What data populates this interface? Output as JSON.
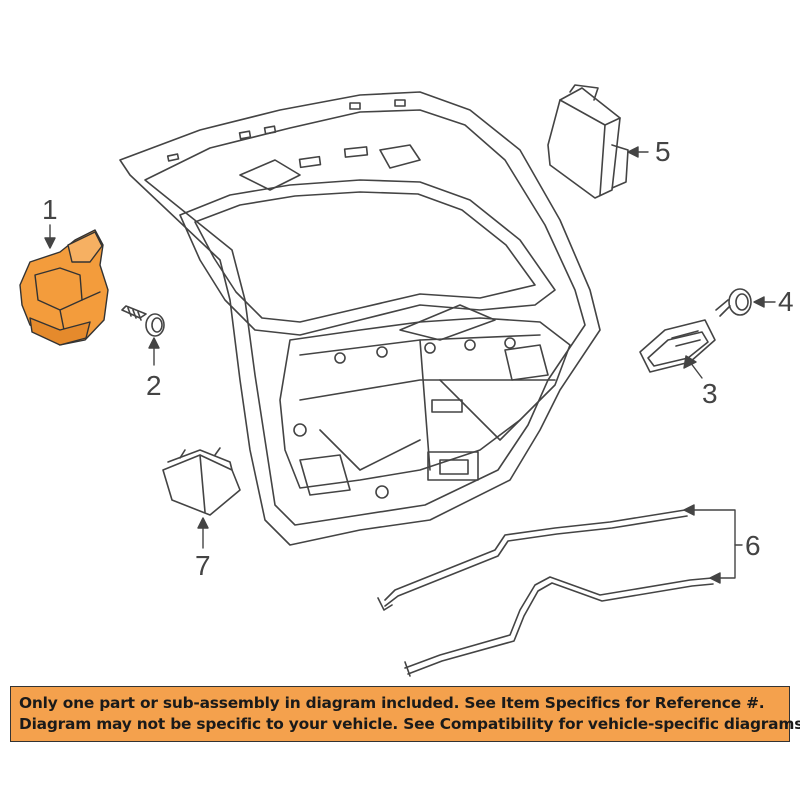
{
  "callouts": {
    "c1": "1",
    "c2": "2",
    "c3": "3",
    "c4": "4",
    "c5": "5",
    "c6": "6",
    "c7": "7"
  },
  "notice": {
    "line1": "Only one part or sub-assembly in diagram included. See Item Specifics for Reference #.",
    "line2": "Diagram may not be specific to your vehicle. See Compatibility for vehicle-specific diagrams."
  },
  "colors": {
    "highlight_part": "#f39c3c",
    "banner_bg": "#f4a14d",
    "line": "#444444"
  }
}
